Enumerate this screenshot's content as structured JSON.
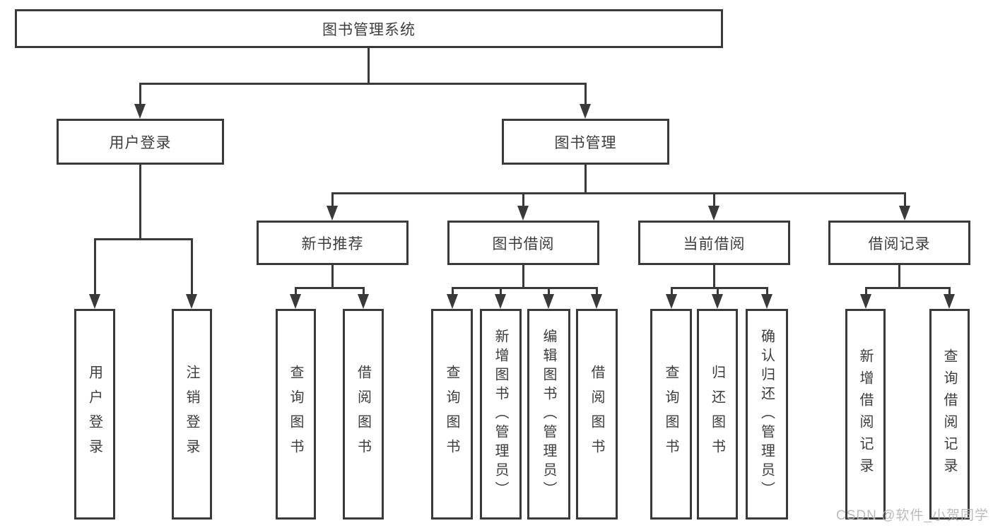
{
  "diagram": {
    "title": "图书管理系统",
    "level2": [
      {
        "label": "用户登录"
      },
      {
        "label": "图书管理"
      }
    ],
    "level3": [
      {
        "label": "新书推荐"
      },
      {
        "label": "图书借阅"
      },
      {
        "label": "当前借阅"
      },
      {
        "label": "借阅记录"
      }
    ],
    "leaves": [
      "用户登录",
      "注销登录",
      "查询图书",
      "借阅图书",
      "查询图书",
      "新增图书（管理员）",
      "编辑图书（管理员）",
      "借阅图书",
      "查询图书",
      "归还图书",
      "确认归还（管理员）",
      "新增借阅记录",
      "查询借阅记录"
    ]
  },
  "watermark": "CSDN @软件_小贺同学",
  "colors": {
    "line": "#3a3a3a",
    "text": "#3d3d3d",
    "watermark": "#b4b4b4",
    "background": "#ffffff"
  }
}
